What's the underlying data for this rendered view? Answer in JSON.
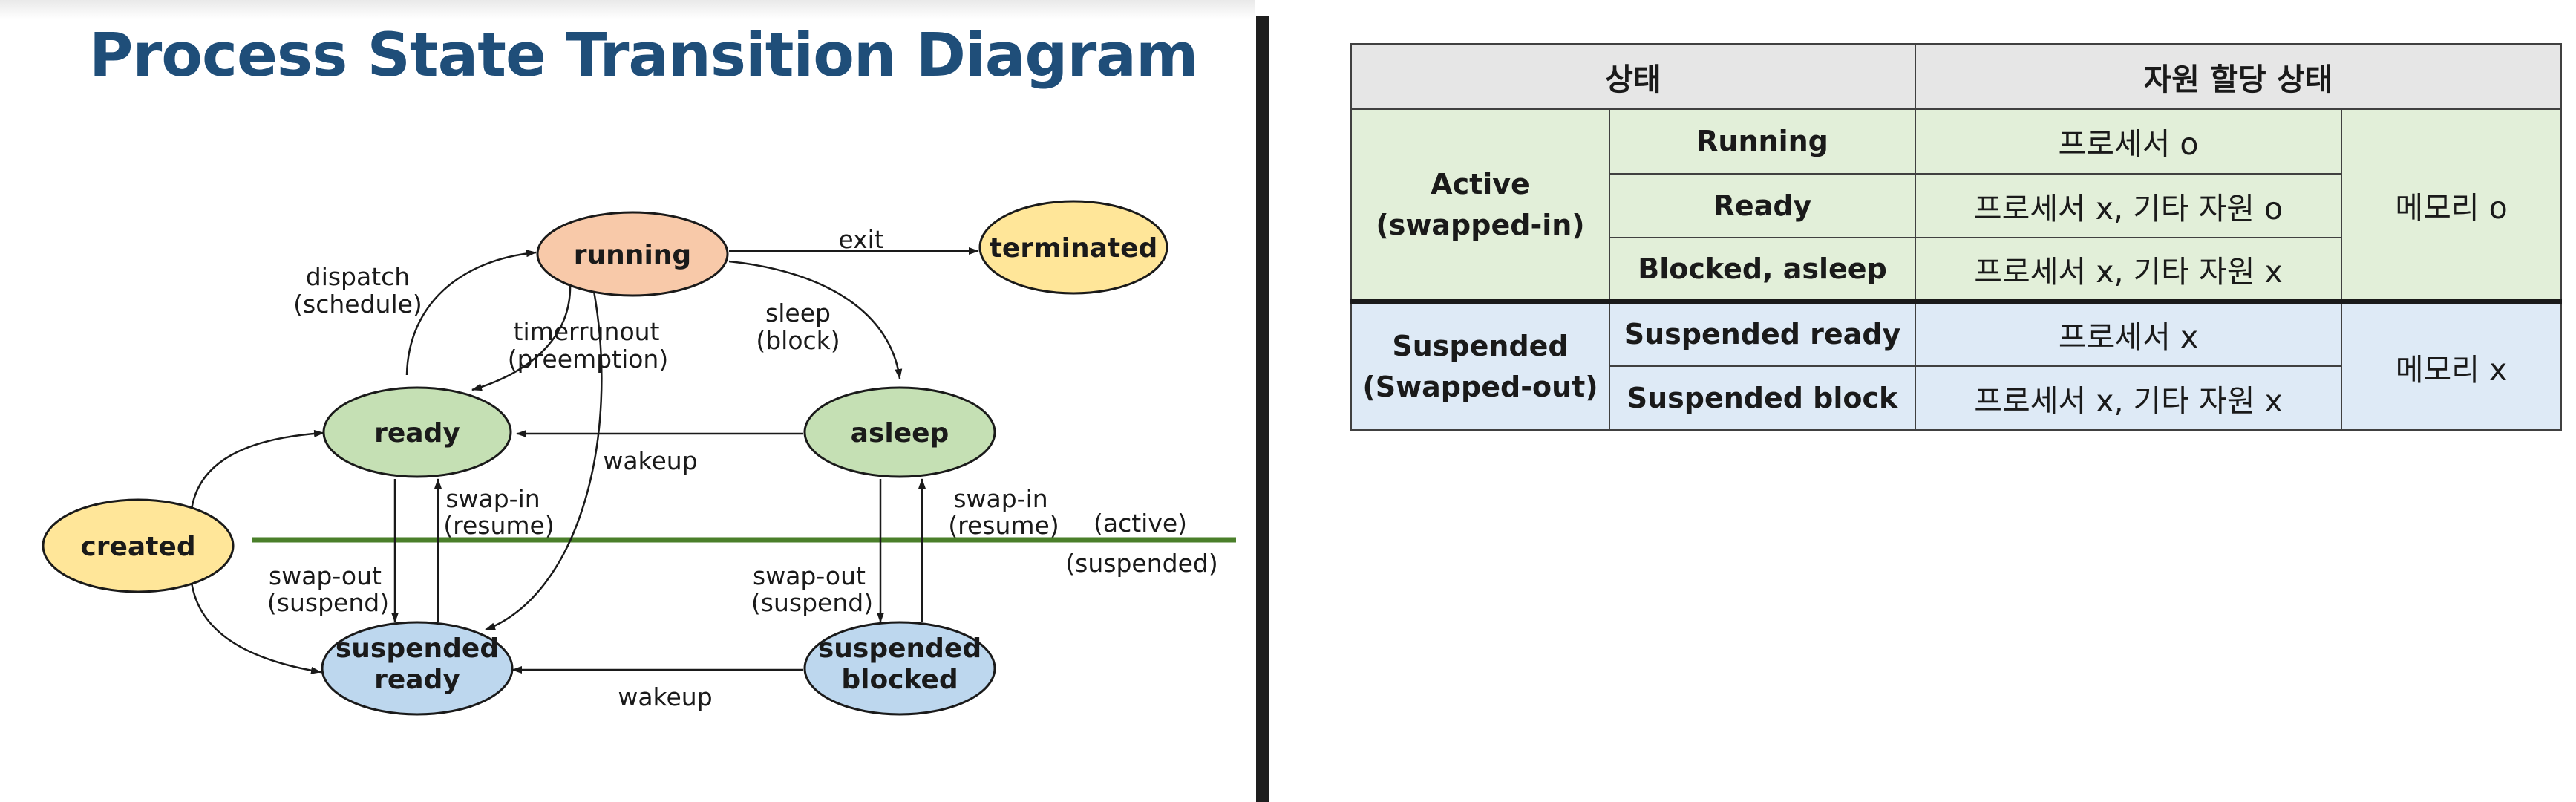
{
  "diagram": {
    "title": "Process State Transition Diagram",
    "nodes": {
      "running": "running",
      "terminated": "terminated",
      "ready": "ready",
      "asleep": "asleep",
      "created": "created",
      "suspended_ready": [
        "suspended",
        "ready"
      ],
      "suspended_blocked": [
        "suspended",
        "blocked"
      ]
    },
    "node_colors": {
      "running": "#f8c9a9",
      "terminated": "#ffe699",
      "created": "#ffe699",
      "ready": "#c5e0b4",
      "asleep": "#c5e0b4",
      "suspended": "#bdd7ee"
    },
    "edge_labels": {
      "exit": "exit",
      "dispatch": [
        "dispatch",
        "(schedule)"
      ],
      "timerrunout": [
        "timerrunout",
        "(preemption)"
      ],
      "sleep": [
        "sleep",
        "(block)"
      ],
      "wakeup_top": "wakeup",
      "swap_in_left": [
        "swap-in",
        "(resume)"
      ],
      "swap_in_right": [
        "swap-in",
        "(resume)"
      ],
      "swap_out_left": [
        "swap-out",
        "(suspend)"
      ],
      "swap_out_right": [
        "swap-out",
        "(suspend)"
      ],
      "wakeup_bottom": "wakeup"
    },
    "boundary": {
      "active": "(active)",
      "suspended": "(suspended)",
      "line_color": "#4a7f2a"
    }
  },
  "table": {
    "headers": [
      "상태",
      "자원 할당 상태"
    ],
    "groups": [
      {
        "label": [
          "Active",
          "(swapped-in)"
        ],
        "memory": "메모리 o",
        "rows": [
          {
            "state": "Running",
            "resource": "프로세서 o"
          },
          {
            "state": "Ready",
            "resource": "프로세서 x, 기타 자원 o"
          },
          {
            "state": "Blocked, asleep",
            "resource": "프로세서 x, 기타 자원 x"
          }
        ]
      },
      {
        "label": [
          "Suspended",
          "(Swapped-out)"
        ],
        "memory": "메모리 x",
        "rows": [
          {
            "state": "Suspended ready",
            "resource": "프로세서 x"
          },
          {
            "state": "Suspended block",
            "resource": "프로세서 x, 기타 자원 x"
          }
        ]
      }
    ],
    "colors": {
      "header": "#e6e6e6",
      "active": "#e2efd9",
      "suspended": "#deeaf6"
    }
  }
}
